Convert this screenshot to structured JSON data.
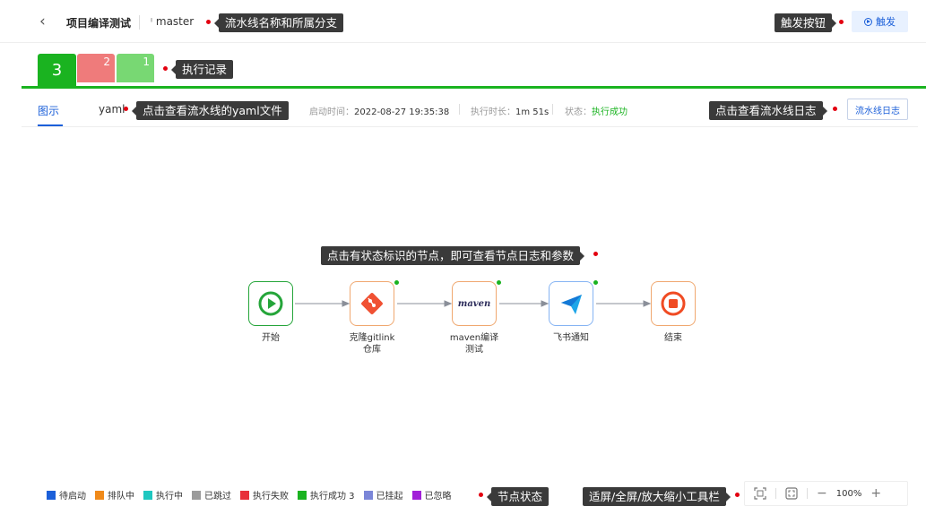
{
  "header": {
    "back_icon": "chevron-left-icon",
    "project_name": "项目编译测试",
    "branch_icon": "git-branch-icon",
    "branch": "master",
    "trigger_label": "触发"
  },
  "annotations": {
    "pipeline_name": "流水线名称和所属分支",
    "trigger": "触发按钮",
    "records": "执行记录",
    "yaml": "点击查看流水线的yaml文件",
    "log": "点击查看流水线日志",
    "nodes": "点击有状态标识的节点，即可查看节点日志和参数",
    "status": "节点状态",
    "toolbar": "适屏/全屏/放大缩小工具栏"
  },
  "records": [
    {
      "number": "3",
      "status": "success",
      "color": "#1ab320"
    },
    {
      "number": "2",
      "status": "failed",
      "color": "#ef7b7b"
    },
    {
      "number": "1",
      "status": "success",
      "color": "#78d873"
    }
  ],
  "tabs": {
    "graph": "图示",
    "yaml": "yaml"
  },
  "meta": {
    "start_label": "启动时间：",
    "start_value": "2022-08-27 19:35:38",
    "duration_label": "执行时长：",
    "duration_value": "1m 51s",
    "status_label": "状态：",
    "status_value": "执行成功"
  },
  "log_button": "流水线日志",
  "nodes": [
    {
      "icon": "play-circle-icon",
      "label": "开始",
      "has_status": false
    },
    {
      "icon": "git-diamond-icon",
      "label": "克隆gitlink",
      "label2": "仓库",
      "has_status": true
    },
    {
      "icon": "maven-logo-icon",
      "icon_text": "maven",
      "label": "maven编译",
      "label2": "测试",
      "has_status": true
    },
    {
      "icon": "paper-plane-icon",
      "label": "飞书通知",
      "has_status": true
    },
    {
      "icon": "stop-circle-icon",
      "label": "结束",
      "has_status": false
    }
  ],
  "legend": [
    {
      "label": "待启动",
      "color": "#1b5fd9"
    },
    {
      "label": "排队中",
      "color": "#f08a1a"
    },
    {
      "label": "执行中",
      "color": "#1fc7c0"
    },
    {
      "label": "已跳过",
      "color": "#9b9b9b"
    },
    {
      "label": "执行失败",
      "color": "#e8303a"
    },
    {
      "label": "执行成功 3",
      "color": "#1ab320"
    },
    {
      "label": "已挂起",
      "color": "#7b86d8"
    },
    {
      "label": "已忽略",
      "color": "#a11fd8"
    }
  ],
  "toolbar": {
    "fit_icon": "fit-screen-icon",
    "fullscreen_icon": "fullscreen-icon",
    "zoom_out": "−",
    "zoom": "100%",
    "zoom_in": "+"
  },
  "colors": {
    "accent": "#1b5fd9",
    "success": "#1ab320",
    "annotation_bg": "#3a3a3a",
    "annotation_dot": "#e3000f"
  }
}
